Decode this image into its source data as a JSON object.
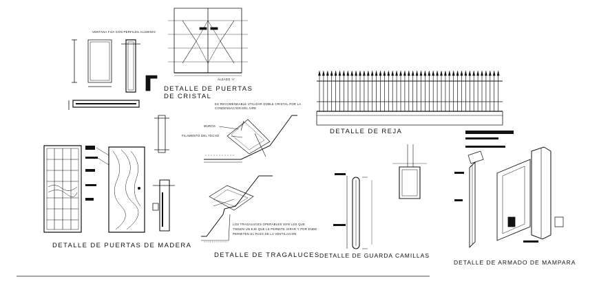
{
  "sheet": {
    "titles": {
      "cristal_1": "DETALLE DE PUERTAS",
      "cristal_2": "DE CRISTAL",
      "reja": "DETALLE DE REJA",
      "madera": "DETALLE DE PUERTAS DE MADERA",
      "tragaluces": "DETALLE DE TRAGALUCES",
      "camillas": "DETALLE DE GUARDA CAMILLAS",
      "mampara": "DETALLE DE ARMADO DE MAMPARA"
    },
    "notes": {
      "ventana_header": "VENTANA FIJA CON PERFILES ALUMINIO",
      "alzado": "ALZADO 'A'",
      "cristal_note_1": "ES RECOMENDABLE UTILIZAR DOBLE CRISTAL POR LA",
      "cristal_note_2": "CONDENSACION DEL AIRE",
      "muros": "MUROS",
      "filamento": "FILAMENTO DEL TECHO",
      "trag_note_1": "LOS TRAGALUCES OPERABLES SON LOS QUE",
      "trag_note_2": "TIENEN UN EJE QUE LE PERMITE GIRAR Y POR ENDE",
      "trag_note_3": "PERMITEN EL PASO DE LA VENTILACION"
    },
    "colors": {
      "line": "#111111",
      "background": "#ffffff"
    }
  }
}
